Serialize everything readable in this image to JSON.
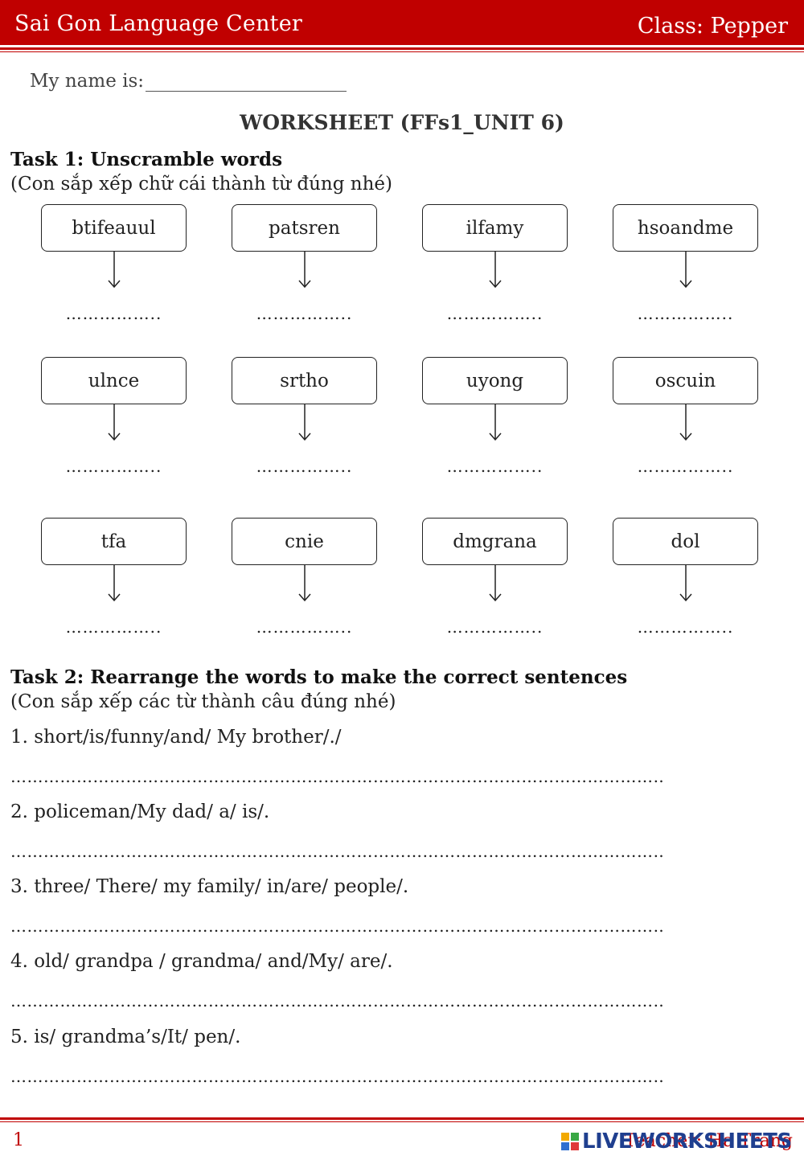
{
  "header": {
    "left_text": "Sai Gon Language Center",
    "right_text": "Class: Pepper"
  },
  "name_label": "My name is:",
  "title": "WORKSHEET (FFs1_UNIT 6)",
  "task1": {
    "heading": "Task 1: Unscramble words",
    "subheading": "(Con sắp xếp chữ cái thành từ đúng nhé)",
    "answer_dots": "……………..",
    "words": [
      "btifeauul",
      "patsren",
      "ilfamy",
      "hsoandme",
      "ulnce",
      "srtho",
      "uyong",
      "oscuin",
      "tfa",
      "cnie",
      "dmgrana",
      "dol"
    ]
  },
  "task2": {
    "heading": "Task 2: Rearrange the words to make the correct sentences",
    "subheading": "(Con sắp xếp các từ thành câu đúng nhé)",
    "answer_line": "……………………………………………………………………………………………………………………………………",
    "sentences": [
      "1. short/is/funny/and/ My brother/./",
      "2. policeman/My dad/ a/ is/.",
      "3. three/ There/ my family/ in/are/ people/.",
      "4. old/ grandpa / grandma/ and/My/ are/.",
      "5. is/ grandma’s/It/ pen/."
    ]
  },
  "footer": {
    "page_number": "1",
    "right_text": "Teacher: Ha Trang",
    "logo_text": "LIVEWORKSHEETS"
  },
  "colors": {
    "brand_red": "#c00000",
    "logo_blue": "#1f3f8f"
  }
}
